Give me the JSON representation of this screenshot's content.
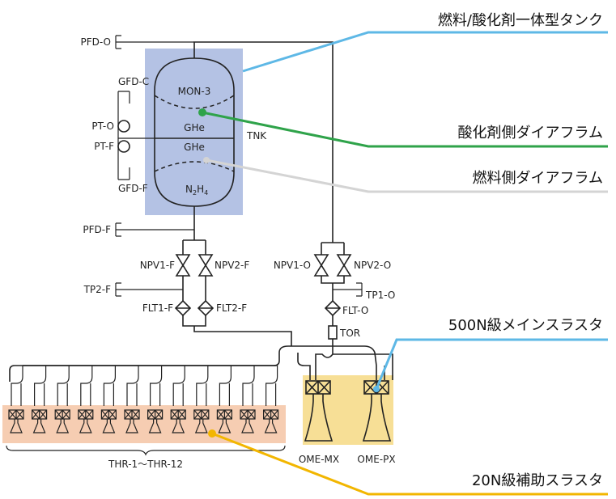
{
  "callouts": {
    "tank": "燃料/酸化剤一体型タンク",
    "ox_diaphragm": "酸化剤側ダイアフラム",
    "fuel_diaphragm": "燃料側ダイアフラム",
    "main_thruster": "500N級メインスラスタ",
    "aux_thruster": "20N級補助スラスタ"
  },
  "tank": {
    "oxidizer": "MON-3",
    "pressurant_top": "GHe",
    "pressurant_bottom": "GHe",
    "fuel_main": "N",
    "fuel_sub1": "2",
    "fuel_mid": "H",
    "fuel_sub2": "4",
    "label": "TNK"
  },
  "ports": {
    "pfd_o": "PFD-O",
    "gfd_c": "GFD-C",
    "pt_o": "PT-O",
    "pt_f": "PT-F",
    "gfd_f": "GFD-F",
    "pfd_f": "PFD-F",
    "tp2_f": "TP2-F",
    "tp1_o": "TP1-O"
  },
  "valves": {
    "npv1_f": "NPV1-F",
    "npv2_f": "NPV2-F",
    "npv1_o": "NPV1-O",
    "npv2_o": "NPV2-O"
  },
  "filters": {
    "flt1_f": "FLT1-F",
    "flt2_f": "FLT2-F",
    "flt_o": "FLT-O",
    "tor": "TOR"
  },
  "thrusters": {
    "aux_range": "THR-1～THR-12",
    "aux_count": 12,
    "main_mx": "OME-MX",
    "main_px": "OME-PX"
  },
  "colors": {
    "tank_fill": "#b4c2e4",
    "aux_fill": "#f6cdb2",
    "main_fill": "#f7df96",
    "blue_leader": "#5eb8e6",
    "green_leader": "#2fa34a",
    "gray_leader": "#d4d4d4",
    "yellow_leader": "#f2b600"
  }
}
